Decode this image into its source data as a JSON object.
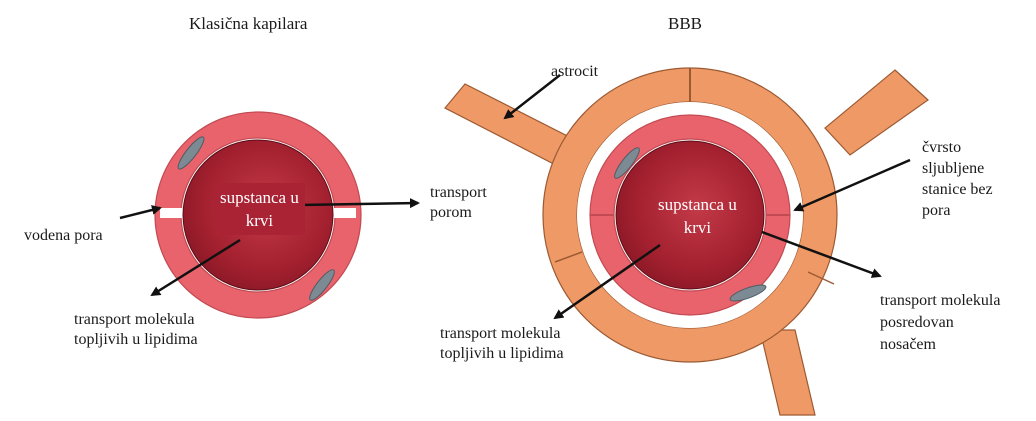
{
  "left_panel": {
    "title": "Klasična kapilara",
    "blood_label_line1": "supstanca u",
    "blood_label_line2": "krvi",
    "label_pore": "vodena pora",
    "label_transport_pore_1": "transport",
    "label_transport_pore_2": "porom",
    "label_lipid_1": "transport molekula",
    "label_lipid_2": "topljivih u lipidima"
  },
  "right_panel": {
    "title": "BBB",
    "blood_label_line1": "supstanca u",
    "blood_label_line2": "krvi",
    "label_astrocyte": "astrocit",
    "label_tight_1": "čvrsto",
    "label_tight_2": "sljubljene",
    "label_tight_3": "stanice bez",
    "label_tight_4": "pora",
    "label_lipid_1": "transport molekula",
    "label_lipid_2": "topljivih u lipidima",
    "label_carrier_1": "transport molekula",
    "label_carrier_2": "posredovan",
    "label_carrier_3": "nosačem"
  },
  "colors": {
    "blood": "#a3202f",
    "endothelium": "#e8636b",
    "endothelium_edge": "#c24a52",
    "astrocyte": "#ef9a66",
    "astrocyte_edge": "#9c5a33",
    "arrow": "#111111"
  }
}
